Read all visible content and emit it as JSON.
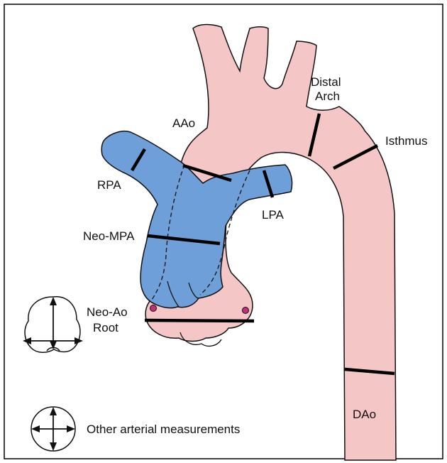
{
  "labels": {
    "aao": "AAo",
    "distal_arch_line1": "Distal",
    "distal_arch_line2": "Arch",
    "isthmus": "Isthmus",
    "rpa": "RPA",
    "lpa": "LPA",
    "neo_mpa": "Neo-MPA",
    "neo_ao_root_line1": "Neo-Ao",
    "neo_ao_root_line2": "Root",
    "dao": "DAo"
  },
  "legend": {
    "other_measurements": "Other arterial measurements"
  },
  "colors": {
    "aorta": "#f4c6c6",
    "pulmonary": "#6f9fd8",
    "outline": "#111111",
    "measure_line": "#000000",
    "coronary_dot": "#c0307a",
    "border": "#000000"
  }
}
